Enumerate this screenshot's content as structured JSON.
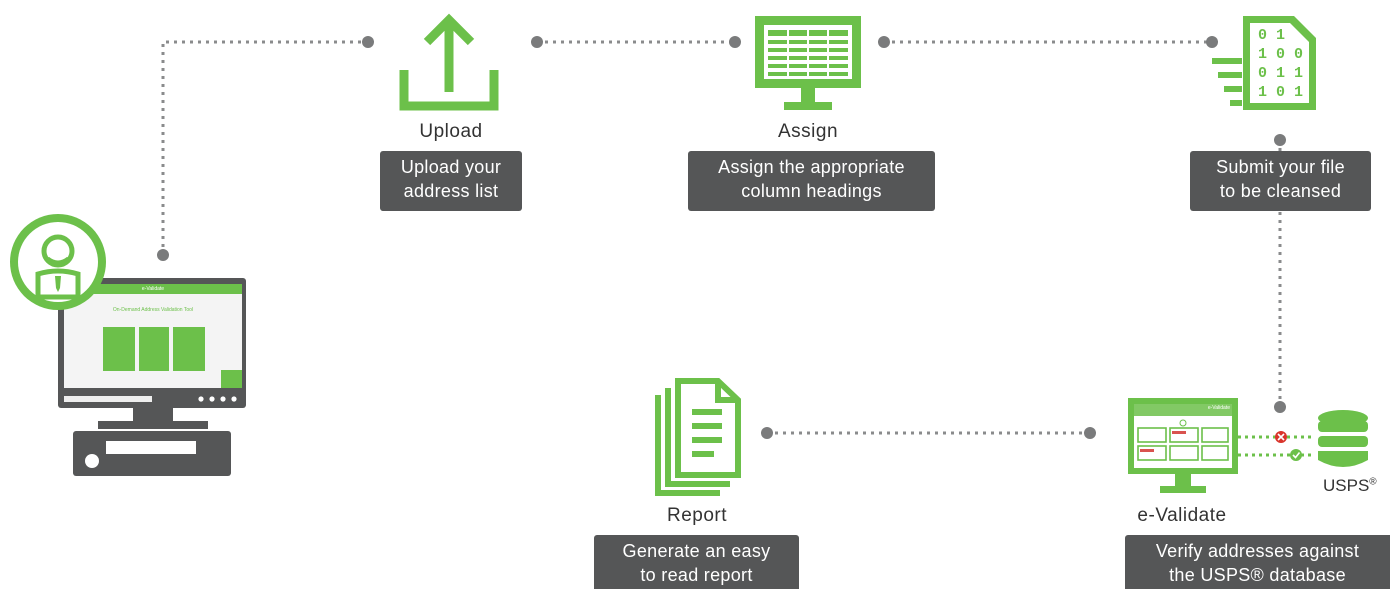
{
  "colors": {
    "green": "#6cc04a",
    "dark": "#555657",
    "dots": "#8a8b8c",
    "text": "#333333"
  },
  "steps": {
    "upload": {
      "label": "Upload",
      "desc_line1": "Upload your",
      "desc_line2": "address list",
      "icon": "upload-icon"
    },
    "assign": {
      "label": "Assign",
      "desc_line1": "Assign the appropriate",
      "desc_line2": "column headings",
      "icon": "monitor-table-icon"
    },
    "submit": {
      "desc_line1": "Submit your file",
      "desc_line2": "to be cleansed",
      "icon": "binary-file-icon",
      "binary": [
        "0 1",
        "1 0 0",
        "0 1 1",
        "1 0 1"
      ]
    },
    "validate": {
      "label": "e-Validate",
      "desc_line1": "Verify addresses against",
      "desc_line2": "the USPS® database",
      "icon": "monitor-validate-icon"
    },
    "report": {
      "label": "Report",
      "desc_line1": "Generate an easy",
      "desc_line2": "to read report",
      "icon": "report-documents-icon"
    }
  },
  "usps": {
    "label": "USPS",
    "mark": "®",
    "icon": "database-icon"
  },
  "computer": {
    "brand": "e-Validate",
    "title": "On-Demand Address Validation Tool",
    "icon": "user-avatar-icon"
  }
}
